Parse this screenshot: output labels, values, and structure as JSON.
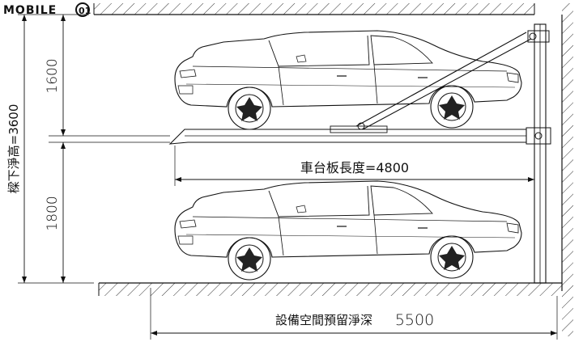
{
  "watermark": {
    "logo_text": "MOBILE01"
  },
  "dimensions": {
    "upper_clearance": "1600",
    "lower_clearance": "1800",
    "total_height_label": "樑下淨高=3600",
    "platform_length_label": "車台板長度=4800",
    "equipment_depth_label": "設備空間預留淨深",
    "equipment_depth_value": "5500"
  },
  "colors": {
    "line": "#111111",
    "hatch": "#333333",
    "background": "#ffffff"
  }
}
